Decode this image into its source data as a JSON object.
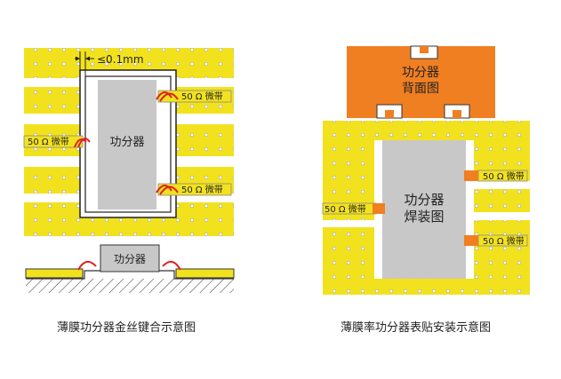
{
  "left_diagram": {
    "gap_label": "≤0.1mm",
    "chip_label": "功分器",
    "microstrip_label": "50 Ω 微带",
    "side_chip_label": "功分器",
    "caption": "薄膜功分器金丝键合示意图"
  },
  "right_diagram": {
    "back_chip_label_line1": "功分器",
    "back_chip_label_line2": "背面图",
    "chip_label_line1": "功分器",
    "chip_label_line2": "焊装图",
    "microstrip_label": "50 Ω 微带",
    "caption": "薄膜率功分器表贴安装示意图"
  },
  "colors": {
    "board": "#f2e21e",
    "chip_gray": "#c8c8c8",
    "orange": "#f07f22",
    "bond_wire": "#e02020"
  }
}
